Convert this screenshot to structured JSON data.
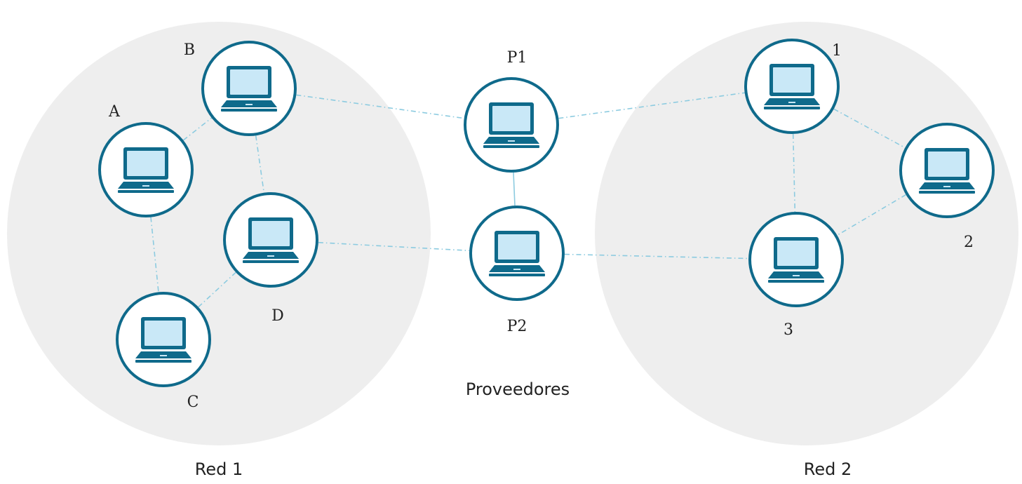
{
  "colors": {
    "network_bg": "#eeeeee",
    "node_stroke": "#0f6a8b",
    "screen_fill": "#c9e8f7",
    "link": "#8ccbe0"
  },
  "icon": "laptop-icon",
  "networks": [
    {
      "id": "red1",
      "label": "Red 1"
    },
    {
      "id": "red2",
      "label": "Red 2"
    }
  ],
  "providers_label": "Proveedores",
  "nodes": [
    {
      "id": "B",
      "label": "B",
      "group": "red1"
    },
    {
      "id": "A",
      "label": "A",
      "group": "red1"
    },
    {
      "id": "D",
      "label": "D",
      "group": "red1"
    },
    {
      "id": "C",
      "label": "C",
      "group": "red1"
    },
    {
      "id": "P1",
      "label": "P1",
      "group": "providers"
    },
    {
      "id": "P2",
      "label": "P2",
      "group": "providers"
    },
    {
      "id": "1",
      "label": "1",
      "group": "red2"
    },
    {
      "id": "2",
      "label": "2",
      "group": "red2"
    },
    {
      "id": "3",
      "label": "3",
      "group": "red2"
    }
  ],
  "edges": [
    {
      "from": "A",
      "to": "B",
      "style": "dashdot"
    },
    {
      "from": "B",
      "to": "D",
      "style": "dashdot"
    },
    {
      "from": "A",
      "to": "C",
      "style": "dashdot"
    },
    {
      "from": "C",
      "to": "D",
      "style": "dashdot"
    },
    {
      "from": "B",
      "to": "P1",
      "style": "dashdot"
    },
    {
      "from": "D",
      "to": "P2",
      "style": "dashdot"
    },
    {
      "from": "P1",
      "to": "P2",
      "style": "solid"
    },
    {
      "from": "P1",
      "to": "1",
      "style": "dashdot"
    },
    {
      "from": "P2",
      "to": "3",
      "style": "dashdot"
    },
    {
      "from": "1",
      "to": "2",
      "style": "dashdot"
    },
    {
      "from": "1",
      "to": "3",
      "style": "dashdot"
    },
    {
      "from": "2",
      "to": "3",
      "style": "dashdot"
    }
  ]
}
